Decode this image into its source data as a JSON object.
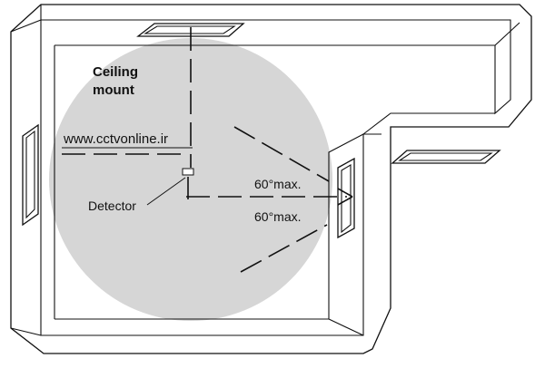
{
  "diagram": {
    "labels": {
      "ceiling_mount_line1": "Ceiling",
      "ceiling_mount_line2": "mount",
      "watermark_url": "www.cctvonline.ir",
      "detector": "Detector",
      "angle_upper": "60°max.",
      "angle_lower": "60°max."
    },
    "colors": {
      "coverage_fill": "#d6d6d6",
      "line": "#111111",
      "wall_fill": "#ffffff",
      "background": "#ffffff"
    },
    "icons": [
      "ceiling-light-icon",
      "window-icon",
      "detector-icon",
      "arrow-head-icon"
    ]
  }
}
